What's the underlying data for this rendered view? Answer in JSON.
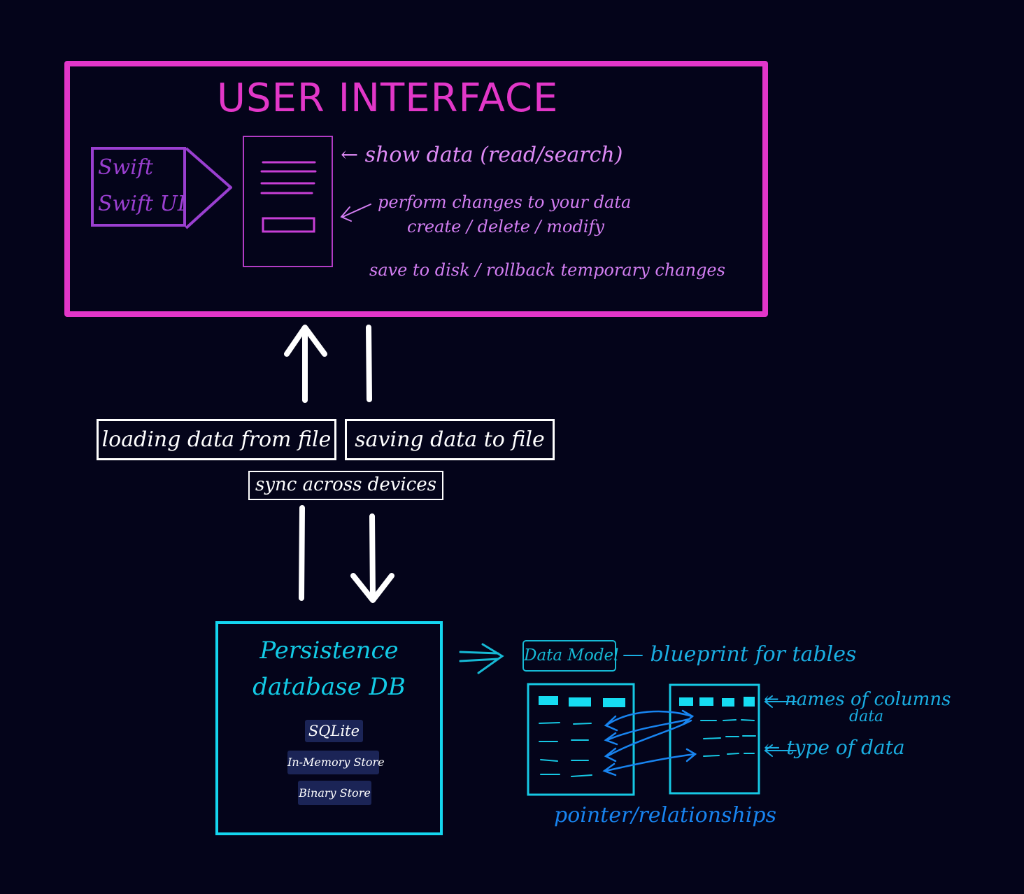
{
  "ui_panel": {
    "title": "USER INTERFACE",
    "swift_line1": "Swift",
    "swift_line2": "Swift UI",
    "annotation_show": "← show data (read/search)",
    "annotation_perform": "perform changes to your data",
    "annotation_create": "create / delete / modify",
    "annotation_save": "save to disk / rollback temporary changes"
  },
  "middle": {
    "loading_label": "loading data from file",
    "saving_label": "saving data to file",
    "sync_label": "sync across devices"
  },
  "persistence": {
    "title": "Persistence",
    "subtitle": "database DB",
    "stores": [
      "SQLite",
      "In-Memory Store",
      "Binary Store"
    ]
  },
  "data_model": {
    "label": "Data Model",
    "annotation": "— blueprint for tables",
    "names_annotation": "← names of columns",
    "names_sub": "data",
    "type_annotation": "← type of data",
    "pointer_annotation": "pointer/relationships"
  },
  "colors": {
    "background": "#04041a",
    "ui_border": "#e236c9",
    "swift_purple": "#9a3fd0",
    "db_cyan": "#14d6f0",
    "relationship_blue": "#1884f0"
  }
}
